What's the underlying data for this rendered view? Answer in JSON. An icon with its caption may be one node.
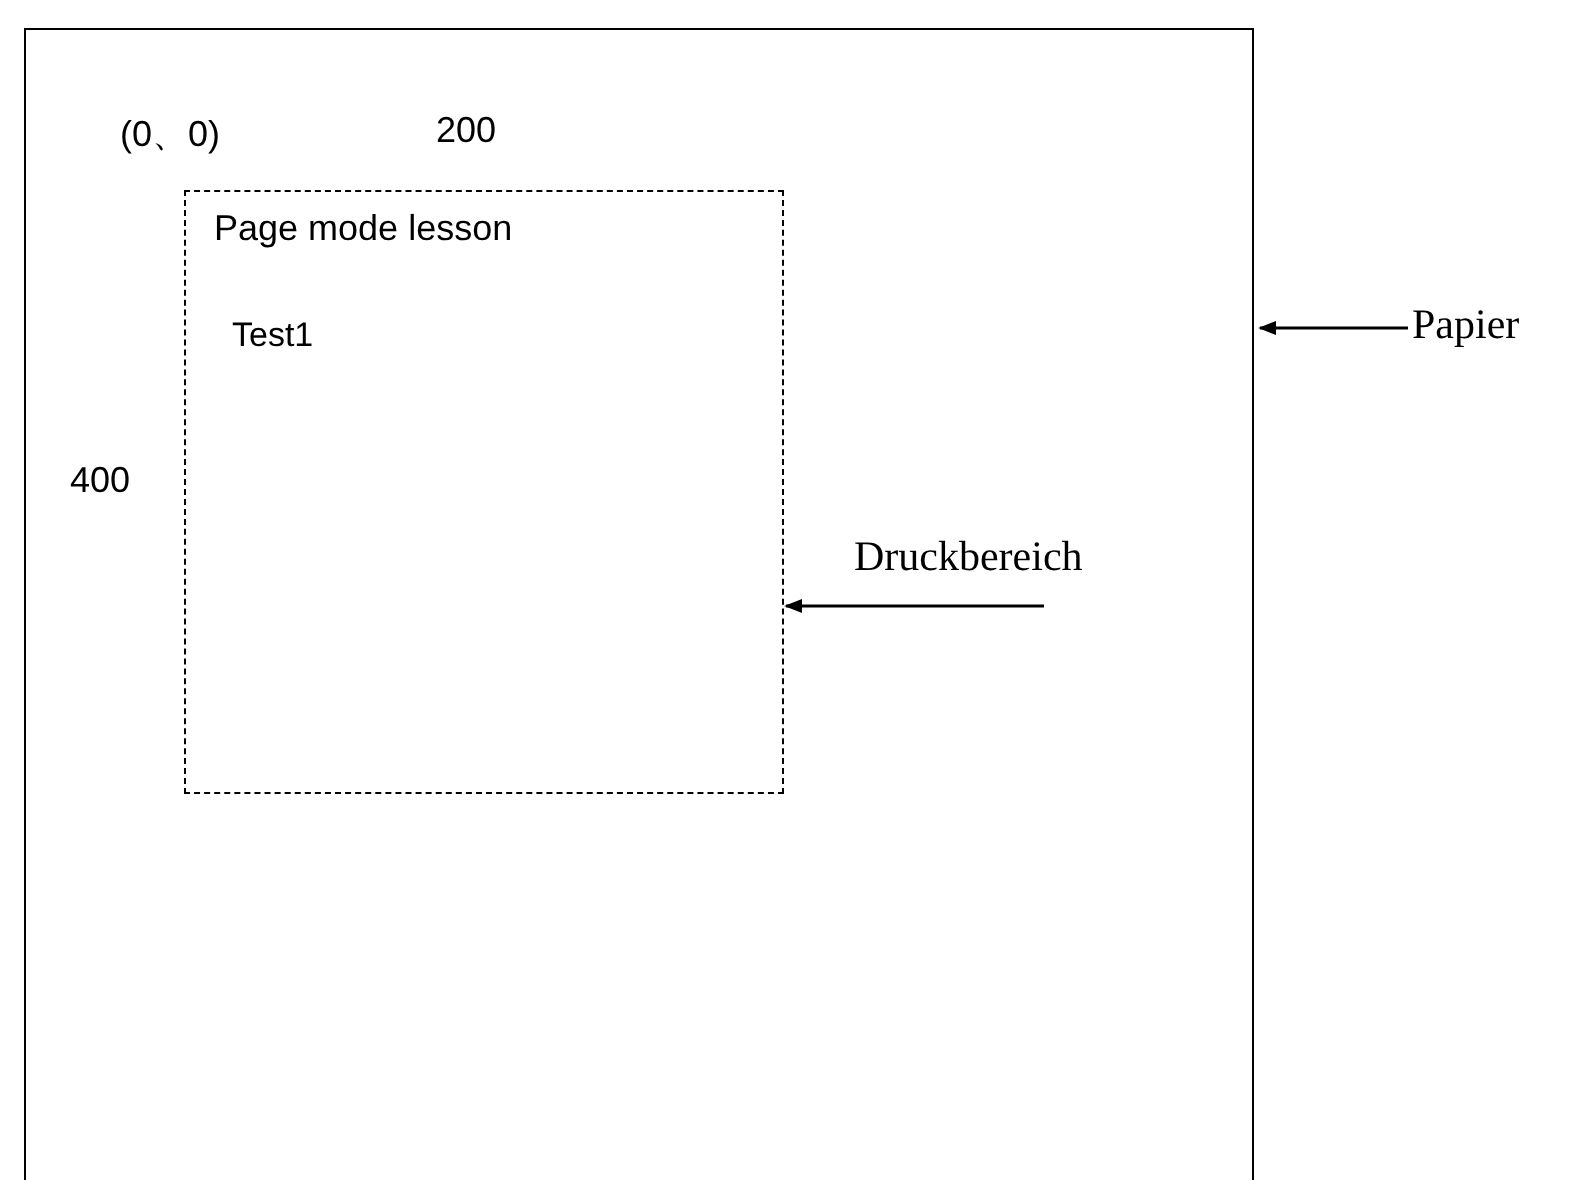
{
  "diagram": {
    "nodes": [
      {
        "text": [],
        "shape": "box"
      },
      {
        "text": [
          "Page mode lesson",
          "Test1"
        ],
        "in": 0
      },
      {
        "text": [
          "Papier"
        ]
      },
      {
        "text": [
          "Druckbereich"
        ],
        "in": 0
      }
    ],
    "edges": [
      {
        "from": 2,
        "to": 0,
        "arrow": "to"
      },
      {
        "from": 3,
        "to": 1,
        "arrow": "to"
      }
    ],
    "labels": [
      "(0、0)",
      "200",
      "400"
    ]
  }
}
